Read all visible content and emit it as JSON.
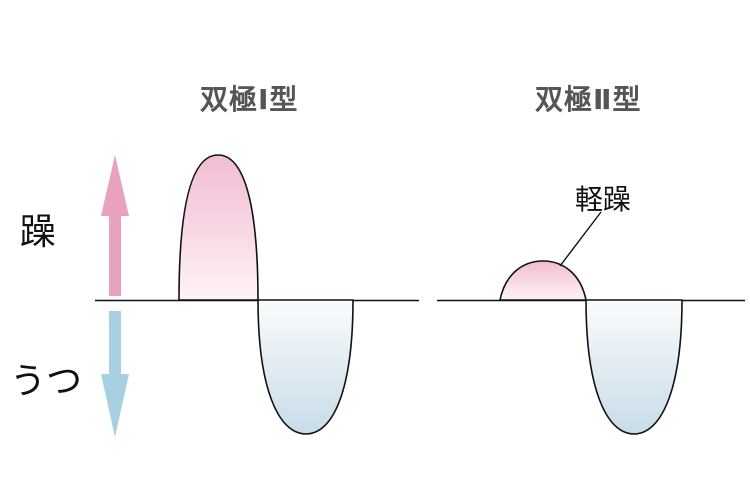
{
  "titles": {
    "bipolar1": "双極Ⅰ型",
    "bipolar2": "双極Ⅱ型"
  },
  "legend": {
    "mania": "躁",
    "depression": "うつ"
  },
  "annotation": {
    "hypomania": "軽躁"
  },
  "colors": {
    "mania_arrow": "#e8a2c0",
    "depression_arrow": "#a7d0e2",
    "mania_fill": "#f2bcd3",
    "depression_fill": "#c8dce8",
    "line": "#111111"
  }
}
